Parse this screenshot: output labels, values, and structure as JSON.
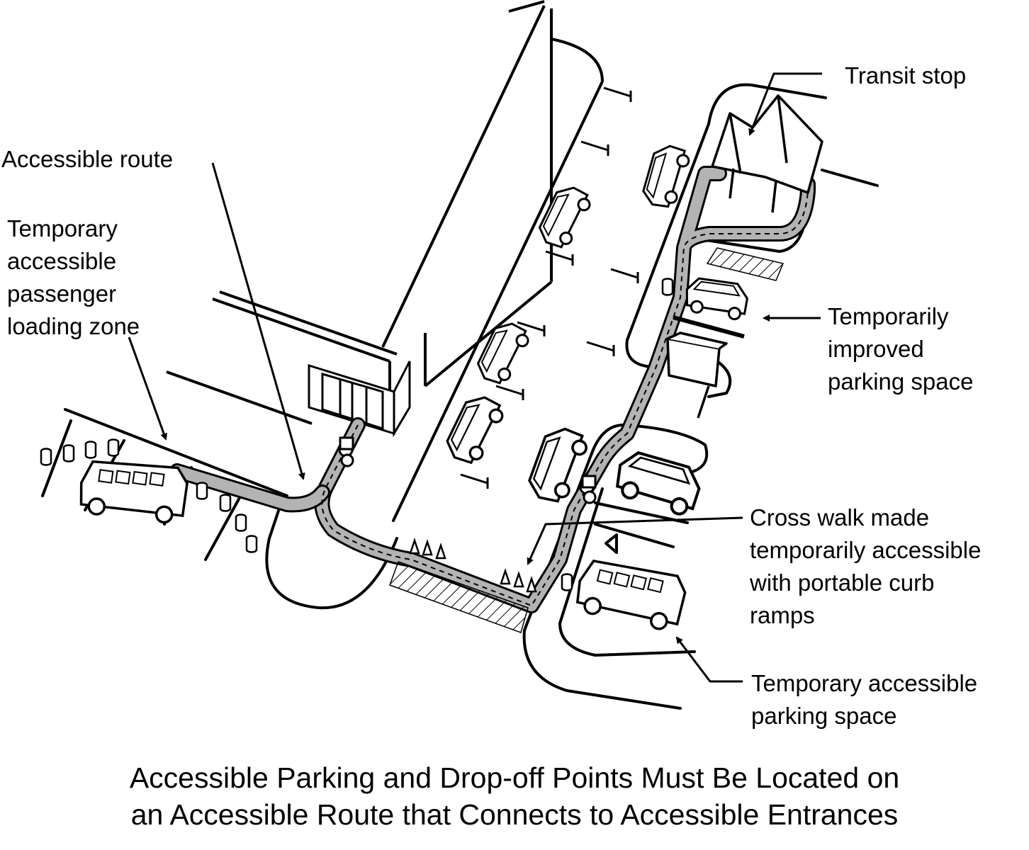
{
  "labels": {
    "accessible_route": "Accessible route",
    "loading_zone": "Temporary\naccessible\npassenger\nloading zone",
    "transit_stop": "Transit stop",
    "improved_parking": "Temporarily\nimproved\nparking space",
    "cross_walk": "Cross walk made\ntemporarily accessible\nwith portable curb\nramps",
    "temp_parking": "Temporary accessible\nparking space"
  },
  "caption": "Accessible Parking and Drop-off Points Must Be Located on\nan Accessible Route that Connects to Accessible Entrances",
  "colors": {
    "ink": "#000000",
    "route_fill": "#b3b3b3",
    "background": "#ffffff"
  }
}
